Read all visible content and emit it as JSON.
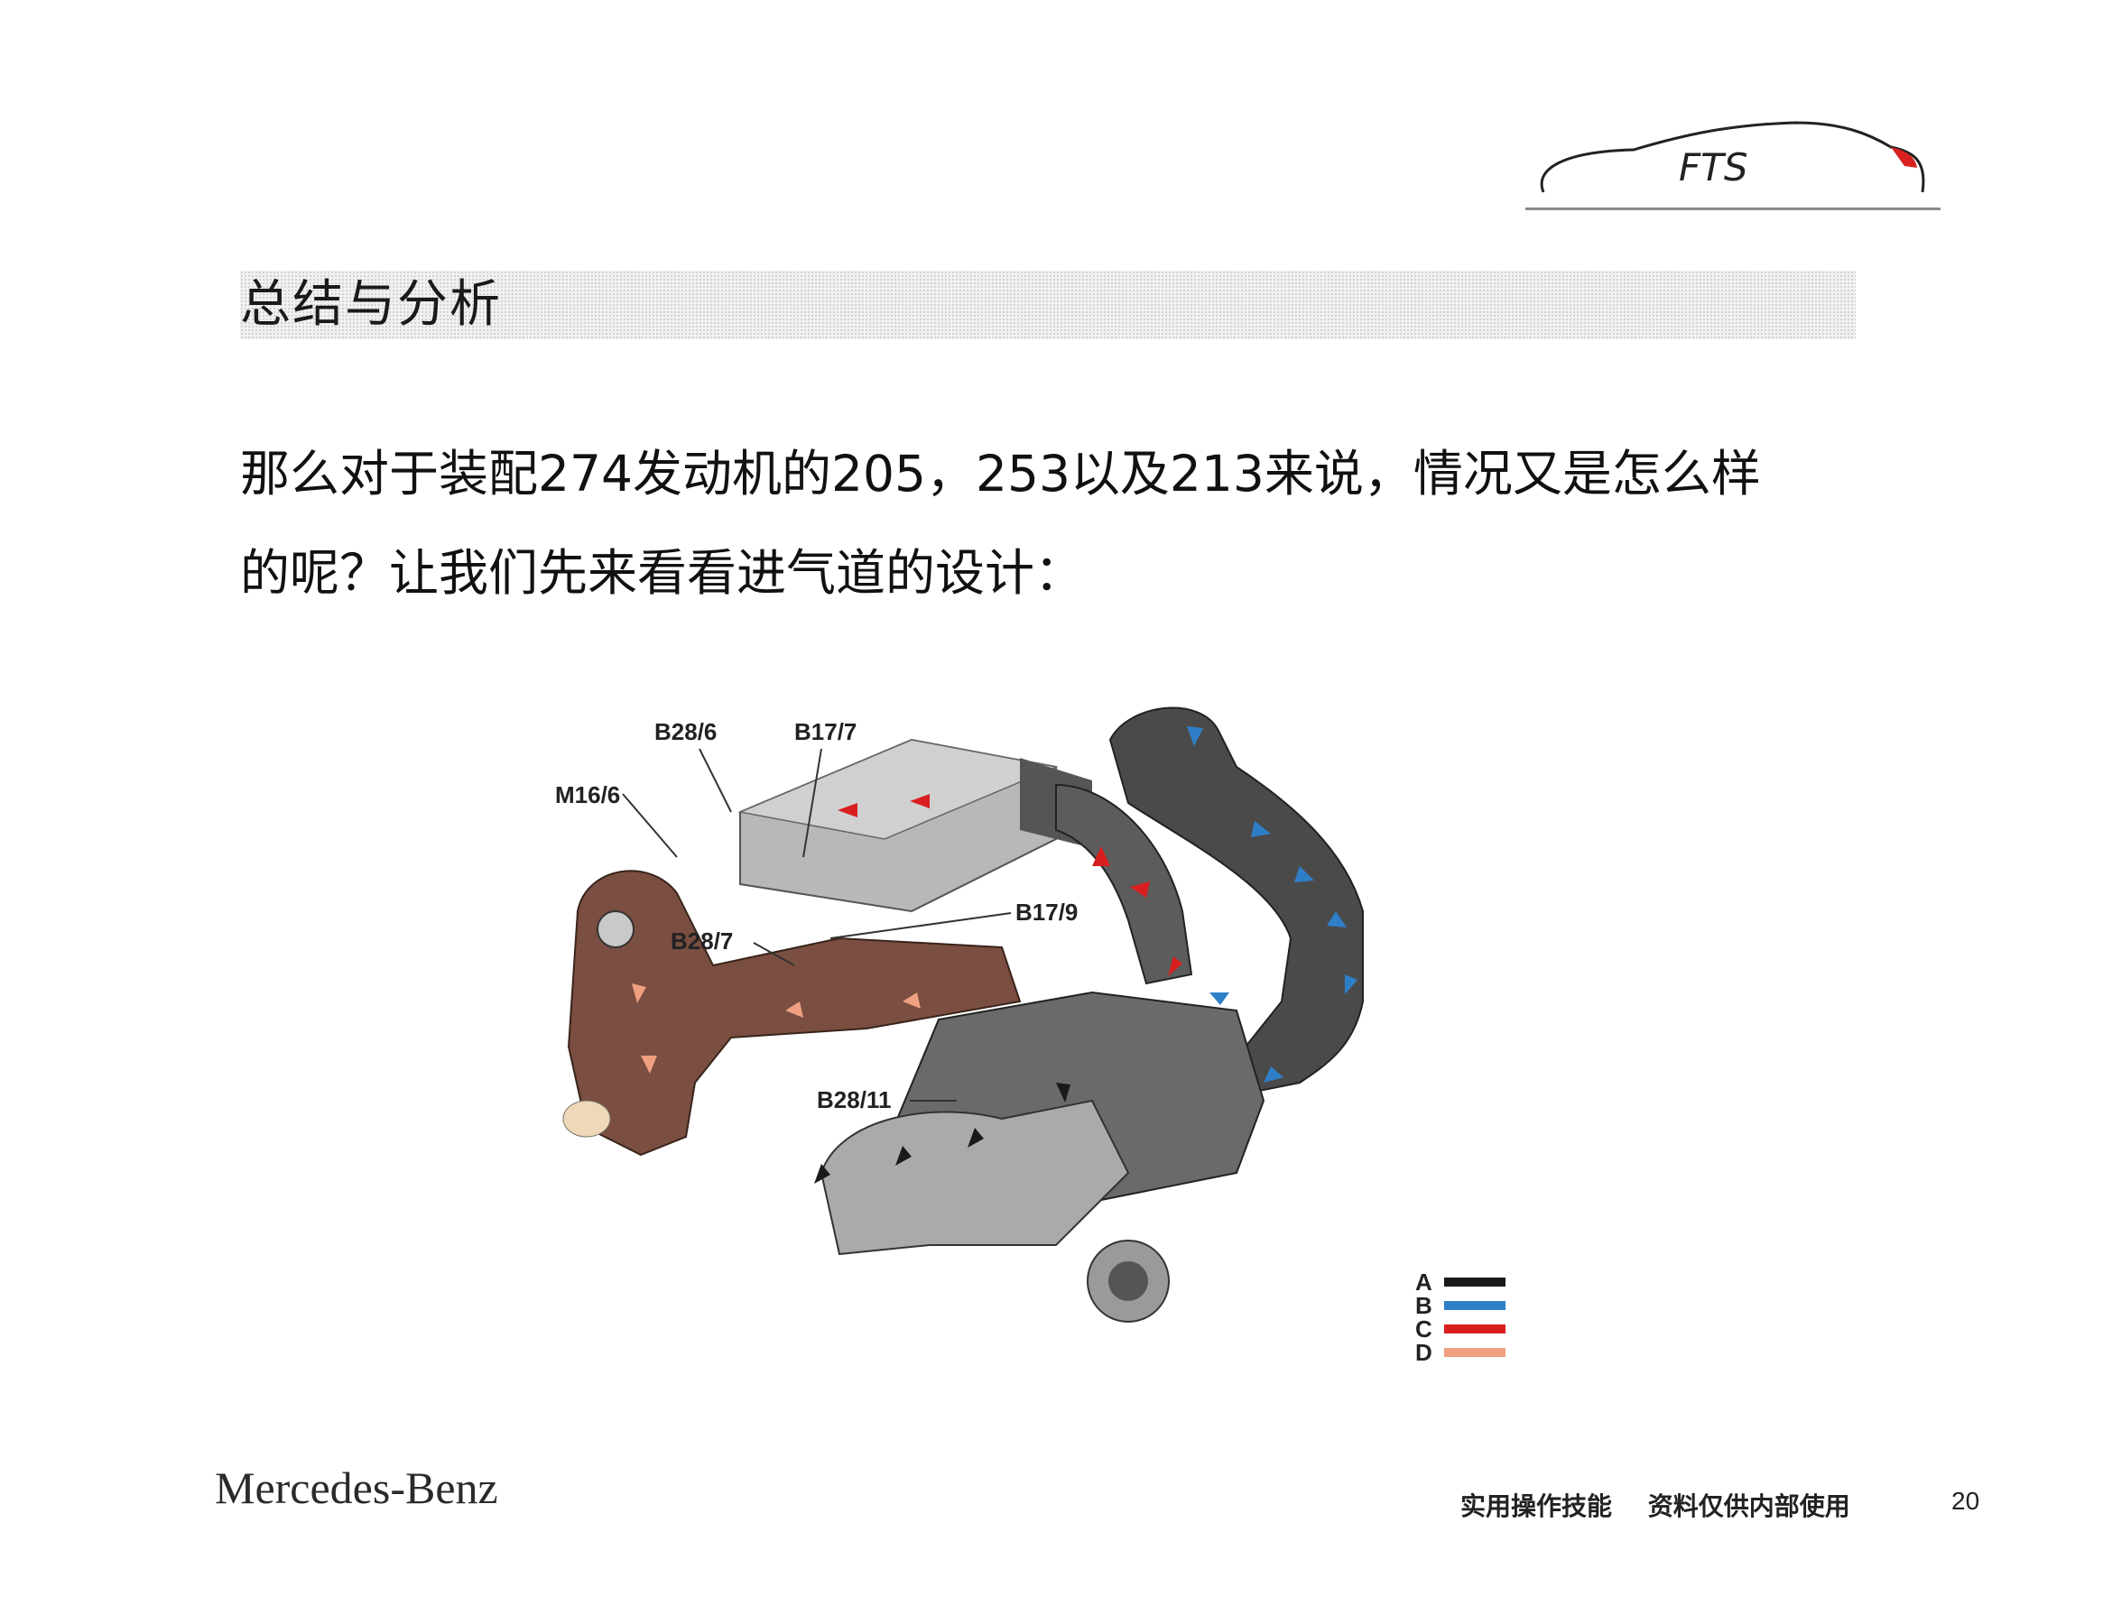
{
  "header": {
    "logo_text": "FTS"
  },
  "section": {
    "title": "总结与分析"
  },
  "body": {
    "line1": "那么对于装配274发动机的205，253以及213来说，情况又是怎么样",
    "line2": "的呢？让我们先来看看进气道的设计："
  },
  "diagram": {
    "callouts": {
      "b28_6": "B28/6",
      "b17_7": "B17/7",
      "m16_6": "M16/6",
      "b17_9": "B17/9",
      "b28_7": "B28/7",
      "b28_11": "B28/11"
    },
    "legend": [
      {
        "letter": "A",
        "color": "#1a1a1a"
      },
      {
        "letter": "B",
        "color": "#2f7fc8"
      },
      {
        "letter": "C",
        "color": "#d81e1e"
      },
      {
        "letter": "D",
        "color": "#f0a080"
      }
    ]
  },
  "footer": {
    "brand": "Mercedes-Benz",
    "note": "实用操作技能 资料仅供内部使用",
    "page_number": "20"
  }
}
